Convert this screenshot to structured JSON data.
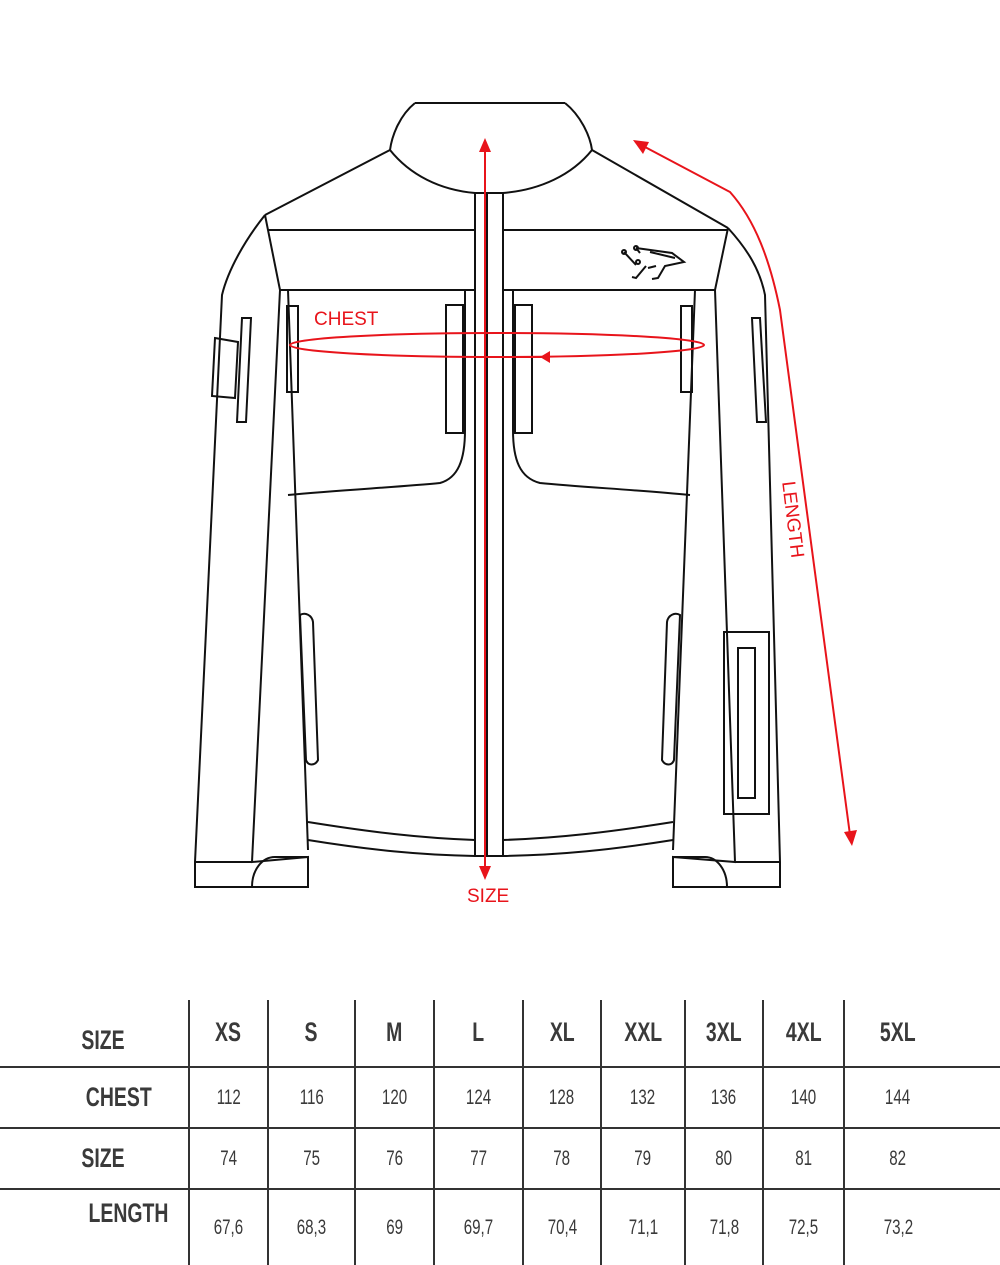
{
  "diagram": {
    "labels": {
      "chest": "CHEST",
      "size": "SIZE",
      "length": "LENGTH"
    },
    "accent_color": "#e8141b",
    "line_color": "#111111"
  },
  "table": {
    "header": {
      "label": "SIZE",
      "sizes": [
        "XS",
        "S",
        "M",
        "L",
        "XL",
        "XXL",
        "3XL",
        "4XL",
        "5XL"
      ]
    },
    "rows": [
      {
        "label": "CHEST",
        "values": [
          "112",
          "116",
          "120",
          "124",
          "128",
          "132",
          "136",
          "140",
          "144"
        ]
      },
      {
        "label": "SIZE",
        "values": [
          "74",
          "75",
          "76",
          "77",
          "78",
          "79",
          "80",
          "81",
          "82"
        ]
      },
      {
        "label": "LENGTH",
        "values": [
          "67,6",
          "68,3",
          "69",
          "69,7",
          "70,4",
          "71,1",
          "71,8",
          "72,5",
          "73,2"
        ]
      }
    ]
  }
}
